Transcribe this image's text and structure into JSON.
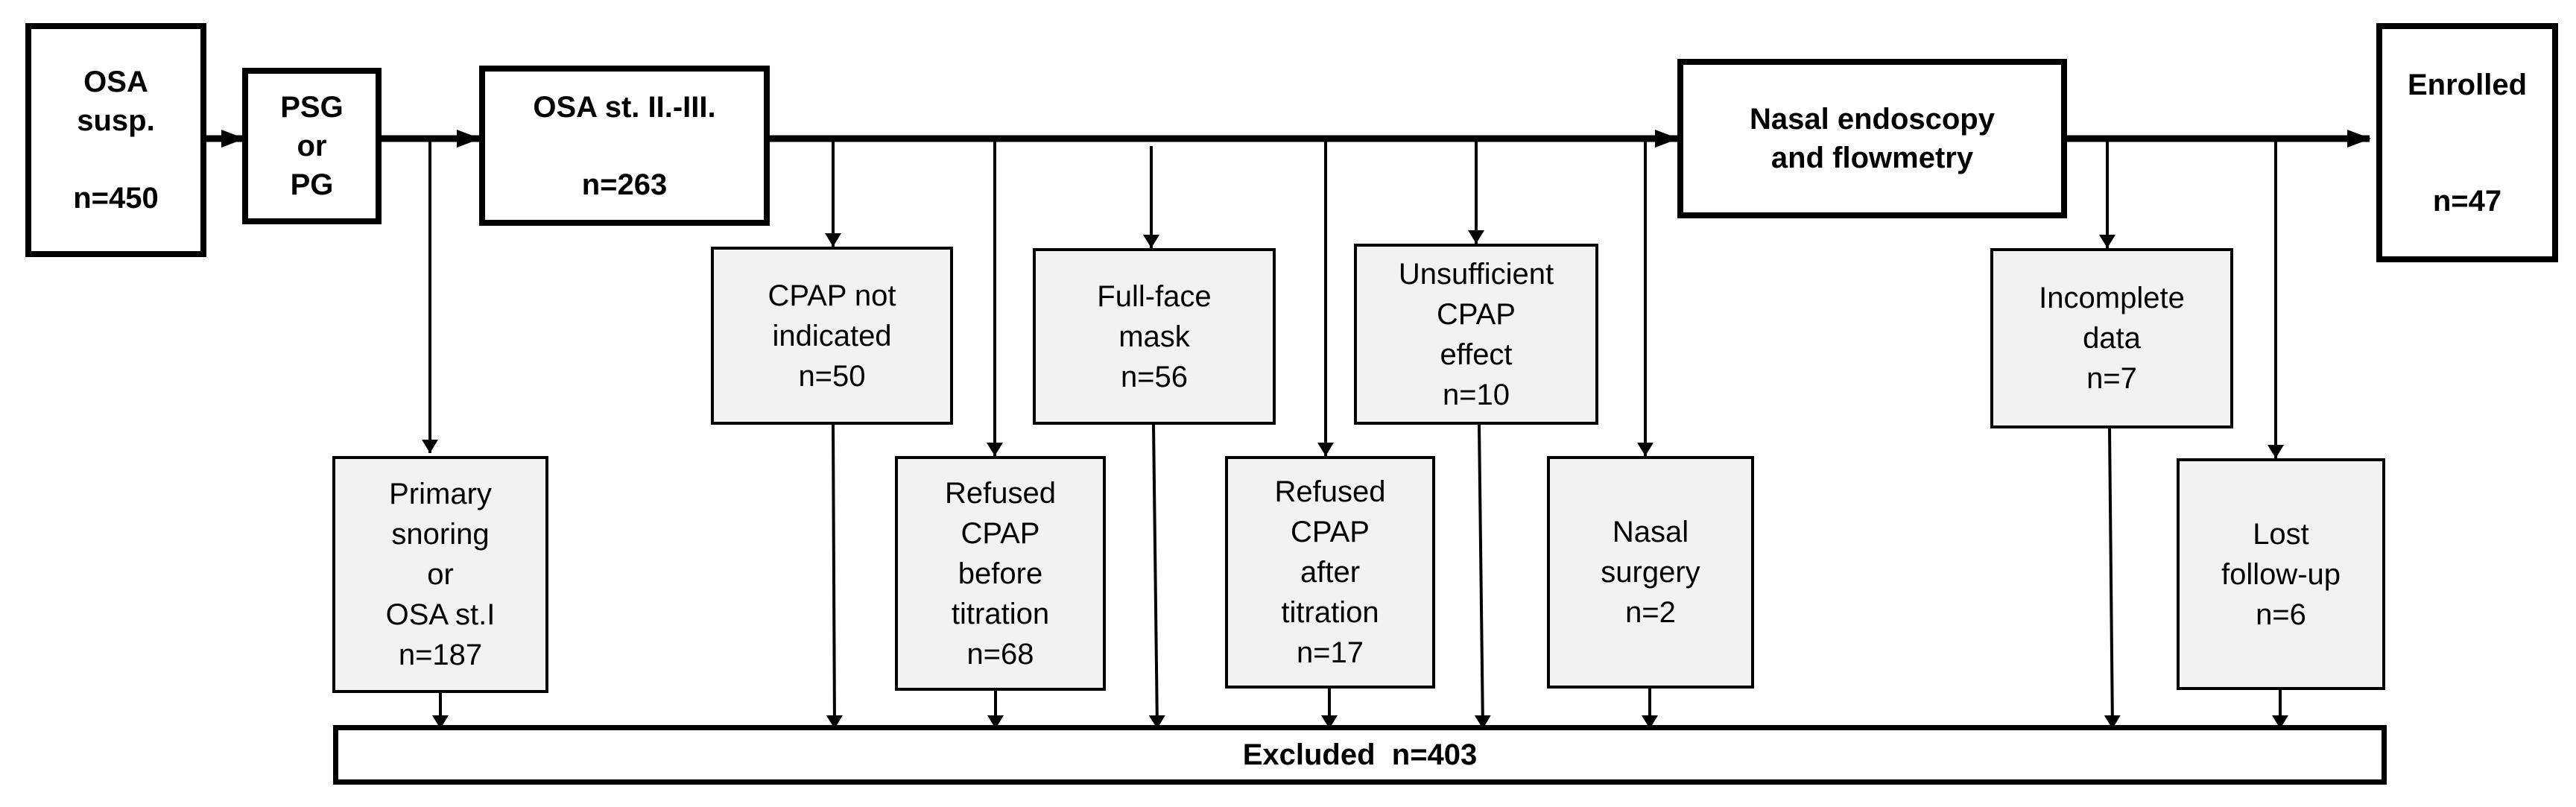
{
  "main_steps": [
    {
      "lines": [
        "OSA",
        "susp."
      ],
      "count": "n=450"
    },
    {
      "lines": [
        "PSG",
        "or",
        "PG"
      ]
    },
    {
      "lines": [
        "OSA st. II.-III."
      ],
      "count": "n=263"
    },
    {
      "lines": [
        "Nasal endoscopy",
        "and flowmetry"
      ]
    },
    {
      "lines": [
        "Enrolled"
      ],
      "count": "n=47"
    }
  ],
  "exclusions": [
    {
      "lines": [
        "Primary",
        "snoring",
        "or",
        "OSA st.I",
        "n=187"
      ]
    },
    {
      "lines": [
        "CPAP not",
        "indicated",
        "n=50"
      ]
    },
    {
      "lines": [
        "Refused",
        "CPAP",
        "before",
        "titration",
        "n=68"
      ]
    },
    {
      "lines": [
        "Full-face",
        "mask",
        "n=56"
      ]
    },
    {
      "lines": [
        "Refused",
        "CPAP",
        "after",
        "titration",
        "n=17"
      ]
    },
    {
      "lines": [
        "Unsufficient",
        "CPAP",
        "effect",
        "n=10"
      ]
    },
    {
      "lines": [
        "Nasal",
        "surgery",
        "n=2"
      ]
    },
    {
      "lines": [
        "Incomplete",
        "data",
        "n=7"
      ]
    },
    {
      "lines": [
        "Lost",
        "follow-up",
        "n=6"
      ]
    }
  ],
  "excluded_total": {
    "label": "Excluded",
    "count": "n=403"
  }
}
